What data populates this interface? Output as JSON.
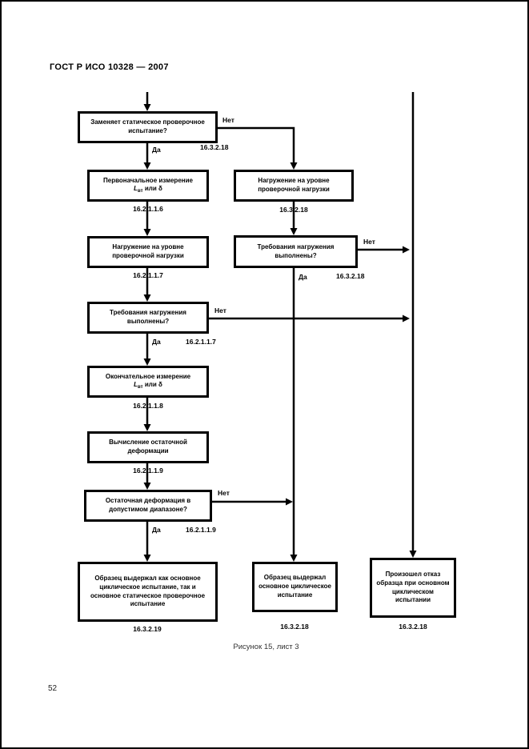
{
  "page": {
    "header": "ГОСТ Р ИСО 10328 — 2007",
    "caption": "Рисунок 15, лист 3",
    "page_number": "52"
  },
  "labels": {
    "yes": "Да",
    "no": "Нет"
  },
  "flowchart": {
    "replace_static_decision": {
      "text": "Заменяет статическое проверочное испытание?",
      "no_ref": "16.3.2.18"
    },
    "initial_measurement": {
      "title": "Первоначальное измерение",
      "formula_symbol": "L",
      "formula_sub": "вт",
      "formula_rest": " или δ",
      "ref": "16.2.1.1.6"
    },
    "proof_loading_left": {
      "text": "Нагружение на уровне проверочной нагрузки",
      "ref": "16.2.1.1.7"
    },
    "loading_requirements_left": {
      "text": "Требования нагружения выполнены?",
      "yes_ref": "16.2.1.1.7"
    },
    "final_measurement": {
      "title": "Окончательное измерение",
      "formula_symbol": "L",
      "formula_sub": "вт",
      "formula_rest": " или δ",
      "ref": "16.2.1.1.8"
    },
    "residual_strain_calc": {
      "text": "Вычисление остаточной деформации",
      "ref": "16.2.1.1.9"
    },
    "residual_strain_decision": {
      "text": "Остаточная деформация в допустимом диапазоне?",
      "yes_ref": "16.2.1.1.9"
    },
    "passed_both_tests": {
      "text": "Образец выдержал как основное циклическое испытание, так и основное статическое проверочное испытание",
      "ref": "16.3.2.19"
    },
    "proof_loading_right": {
      "text": "Нагружение на уровне проверочной нагрузки",
      "ref": "16.3.2.18"
    },
    "loading_requirements_right": {
      "text": "Требования нагружения выполнены?",
      "yes_ref": "16.3.2.18"
    },
    "passed_cyclic_test": {
      "text": "Образец выдержал основное циклическое испытание",
      "ref": "16.3.2.18"
    },
    "failed_cyclic_test": {
      "text": "Произошел отказ образца при основном циклическом испытании",
      "ref": "16.3.2.18"
    }
  }
}
